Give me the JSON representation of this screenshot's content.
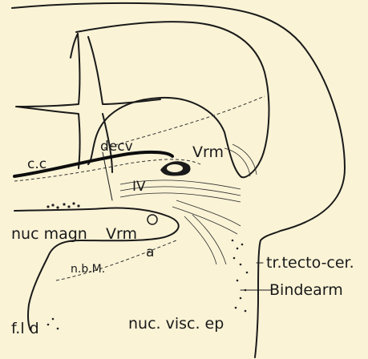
{
  "labels": {
    "decv": "decv",
    "cc": "c.c",
    "vrm_upper": "Vrm",
    "iv": "IV",
    "nuc_magn": "nuc magn",
    "vrm_lower": "Vrm",
    "a": "a",
    "nbm": "n.b.M.",
    "fld": "f.l d",
    "nuc_visc_ep": "nuc. visc. ep",
    "tr_tecto_cer": "tr.tecto-cer.",
    "bindearm": "Bindearm"
  }
}
